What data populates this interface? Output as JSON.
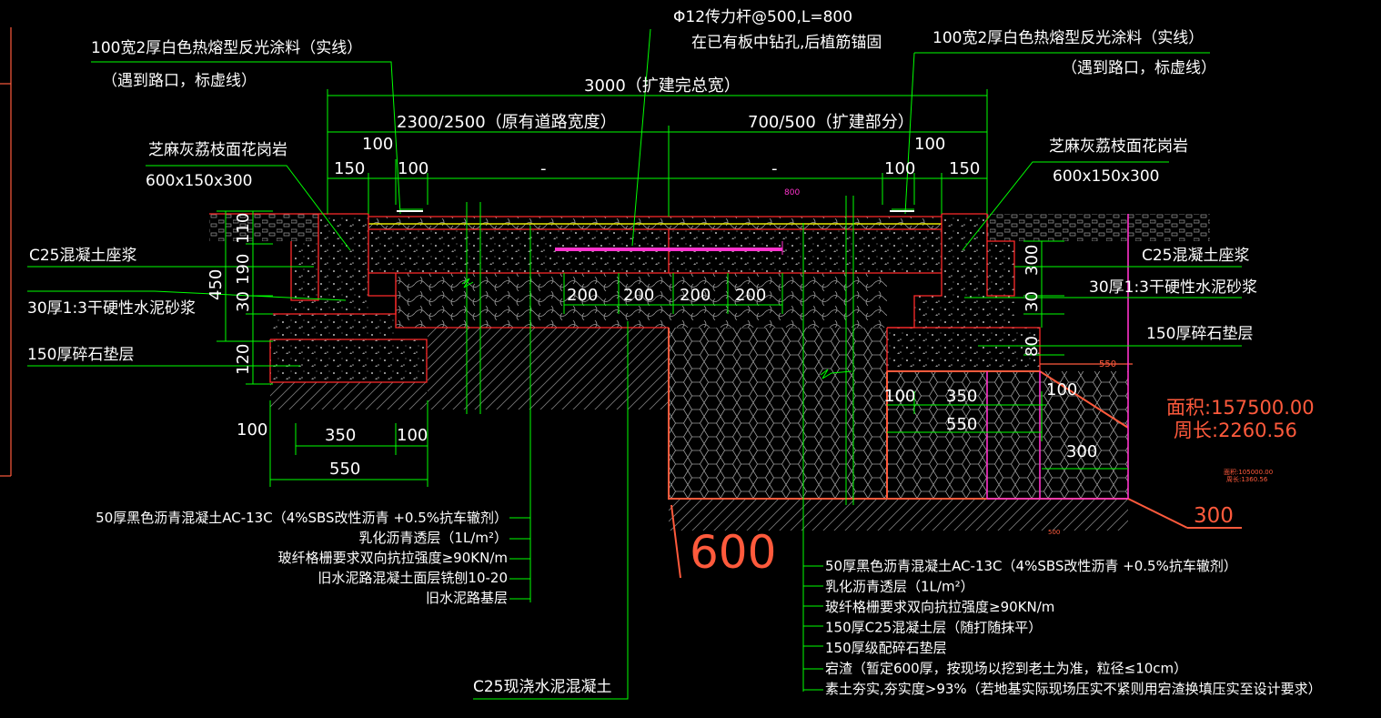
{
  "labels": {
    "marking_left_1": "100宽2厚白色热熔型反光涂料（实线）",
    "marking_left_2": "（遇到路口，标虚线）",
    "marking_right_1": "100宽2厚白色热熔型反光涂料（实线）",
    "marking_right_2": "（遇到路口，标虚线）",
    "dowel_1": "Φ12传力杆@500,L=800",
    "dowel_2": "在已有板中钻孔,后植筋锚固",
    "stone_left_1": "芝麻灰荔枝面花岗岩",
    "stone_left_2": "600x150x300",
    "stone_right_1": "芝麻灰荔枝面花岗岩",
    "stone_right_2": "600x150x300",
    "c25_left": "C25混凝土座浆",
    "mortar_left": "30厚1:3干硬性水泥砂浆",
    "gravel_left": "150厚碎石垫层",
    "c25_right": "C25混凝土座浆",
    "mortar_right": "30厚1:3干硬性水泥砂浆",
    "gravel_right": "150厚碎石垫层",
    "c25_cast": "C25现浇水泥混凝土",
    "area": "面积:157500.00",
    "perimeter": "周长:2260.56",
    "area_small": "面积:105000.00",
    "perimeter_small": "周长:1360.56",
    "mag_800": "800"
  },
  "dims": {
    "total": "3000（扩建完总宽）",
    "existing": "2300/2500（原有道路宽度）",
    "expansion": "700/500（扩建部分）",
    "d100_top_l": "100",
    "d150_l": "150",
    "d100_l": "100",
    "dash_1": "-",
    "dash_2": "-",
    "d100_top_r": "100",
    "d100_r": "100",
    "d150_r": "150",
    "v450": "450",
    "v110": "110",
    "v190": "190",
    "v30_l": "30",
    "v120": "120",
    "v100_l": "100",
    "b350": "350",
    "b100": "100",
    "b550": "550",
    "s200_1": "200",
    "s200_2": "200",
    "s200_3": "200",
    "s200_4": "200",
    "v300_r": "300",
    "v30_r": "30",
    "v80_r": "80",
    "r550_red": "550",
    "r100": "100",
    "r350": "350",
    "r100b": "100",
    "r550": "550",
    "r300": "300",
    "big600": "600",
    "big300": "300",
    "small500": "500"
  },
  "layers_left": [
    "50厚黑色沥青混凝土AC-13C（4%SBS改性沥青  +0.5%抗车辙剂）",
    "乳化沥青透层（1L/m²）",
    "玻纤格栅要求双向抗拉强度≥90KN/m",
    "旧水泥路混凝土面层铣刨10-20",
    "旧水泥路基层"
  ],
  "layers_right": [
    "50厚黑色沥青混凝土AC-13C（4%SBS改性沥青  +0.5%抗车辙剂）",
    "乳化沥青透层（1L/m²）",
    "玻纤格栅要求双向抗拉强度≥90KN/m",
    "150厚C25混凝土层（随打随抹平）",
    "150厚级配碎石垫层",
    "宕渣（暂定600厚，按现场以挖到老土为准，粒径≤10cm）",
    "素土夯实,夯实度>93%（若地基实际现场压实不紧则用宕渣换填压实至设计要求）"
  ],
  "colors": {
    "background": "#000000",
    "leader_green": "#00ff00",
    "outline_red": "#ff2a2a",
    "rebar_magenta": "#ff33cc",
    "orange_annot": "#ff5a3c",
    "text_white": "#ffffff"
  }
}
